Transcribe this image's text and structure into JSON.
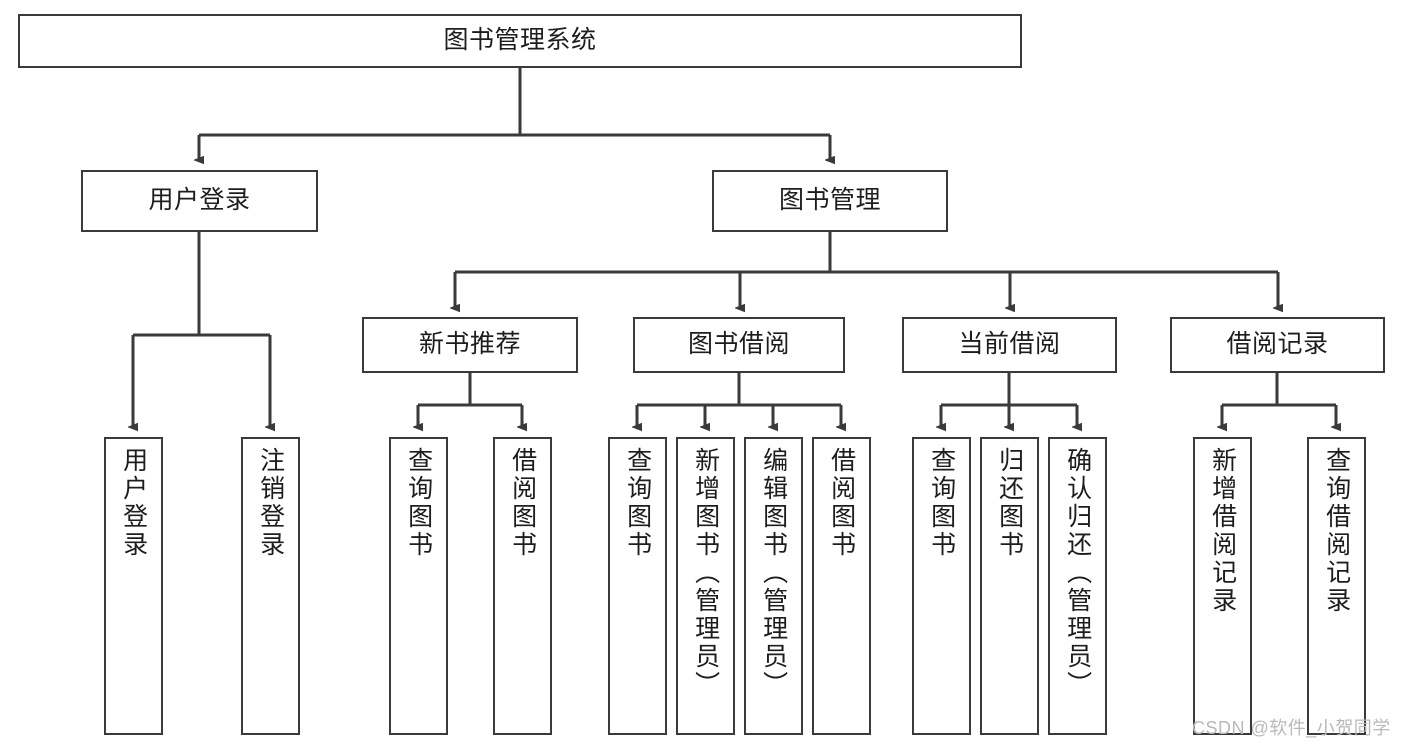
{
  "diagram": {
    "type": "tree",
    "title": "图书管理系统",
    "root": {
      "label": "图书管理系统"
    },
    "level1": [
      {
        "label": "用户登录"
      },
      {
        "label": "图书管理"
      }
    ],
    "level2": [
      {
        "label": "新书推荐"
      },
      {
        "label": "图书借阅"
      },
      {
        "label": "当前借阅"
      },
      {
        "label": "借阅记录"
      }
    ],
    "leaves": {
      "user_login": [
        {
          "label": "用户登录"
        },
        {
          "label": "注销登录"
        }
      ],
      "new_book_recommend": [
        {
          "label": "查询图书"
        },
        {
          "label": "借阅图书"
        }
      ],
      "book_borrow": [
        {
          "label": "查询图书"
        },
        {
          "label": "新增图书（管理员）"
        },
        {
          "label": "编辑图书（管理员）"
        },
        {
          "label": "借阅图书"
        }
      ],
      "current_borrow": [
        {
          "label": "查询图书"
        },
        {
          "label": "归还图书"
        },
        {
          "label": "确认归还（管理员）"
        }
      ],
      "borrow_records": [
        {
          "label": "新增借阅记录"
        },
        {
          "label": "查询借阅记录"
        }
      ]
    }
  },
  "watermark": {
    "text": "CSDN @软件_小贺同学"
  },
  "colors": {
    "stroke": "#3a3a3a",
    "fill": "#ffffff",
    "text": "#1d1d1d",
    "watermark": "#b9b9b9"
  }
}
